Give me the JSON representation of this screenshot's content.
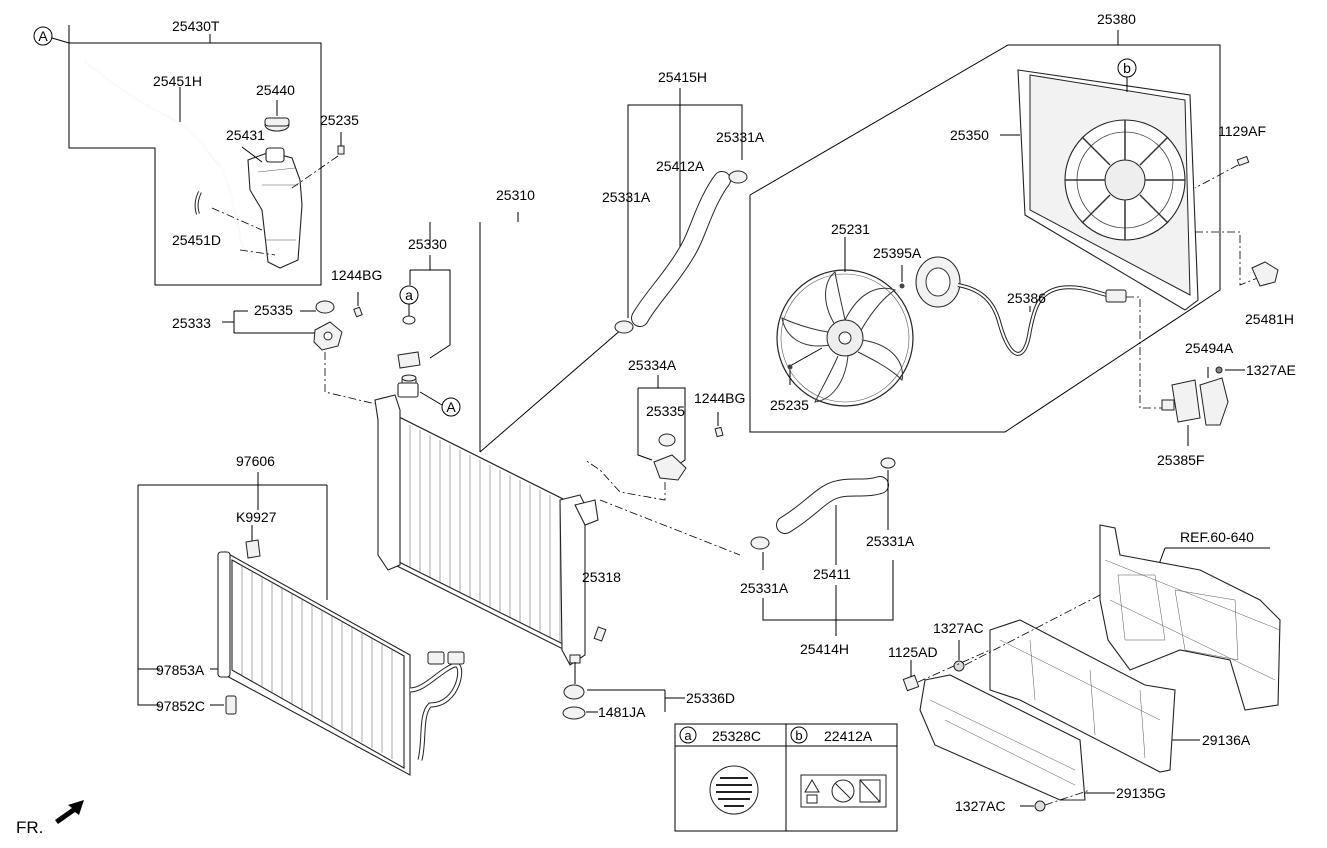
{
  "labels": {
    "p25430T": "25430T",
    "p25451H": "25451H",
    "p25440": "25440",
    "p25431": "25431",
    "p25235a": "25235",
    "p25451D": "25451D",
    "p25415H": "25415H",
    "p25331A_top": "25331A",
    "p25412A": "25412A",
    "p25331A_left": "25331A",
    "p25310": "25310",
    "p25330": "25330",
    "p1244BG_a": "1244BG",
    "p25333": "25333",
    "p25335_a": "25335",
    "p25380": "25380",
    "p25350": "25350",
    "p1129AF": "1129AF",
    "p25231": "25231",
    "p25395A": "25395A",
    "p25386": "25386",
    "p25481H": "25481H",
    "p25235b": "25235",
    "p25494A": "25494A",
    "p1327AE": "1327AE",
    "p25385F": "25385F",
    "p25334A": "25334A",
    "p25335_b": "25335",
    "p1244BG_b": "1244BG",
    "p97606": "97606",
    "pK9927": "K9927",
    "p25318": "25318",
    "p25331A_r": "25331A",
    "p25331A_b": "25331A",
    "p25411": "25411",
    "p25414H": "25414H",
    "pREF": "REF.60-640",
    "p1327AC_a": "1327AC",
    "p1125AD": "1125AD",
    "p97853A": "97853A",
    "p97852C": "97852C",
    "p25336D": "25336D",
    "p1481JA": "1481JA",
    "p29136A": "29136A",
    "p29135G": "29135G",
    "p1327AC_b": "1327AC",
    "fr": "FR."
  },
  "callouts": {
    "A": "A",
    "a": "a",
    "b": "b"
  },
  "legend": {
    "a_letter": "a",
    "a_part": "25328C",
    "b_letter": "b",
    "b_part": "22412A"
  }
}
